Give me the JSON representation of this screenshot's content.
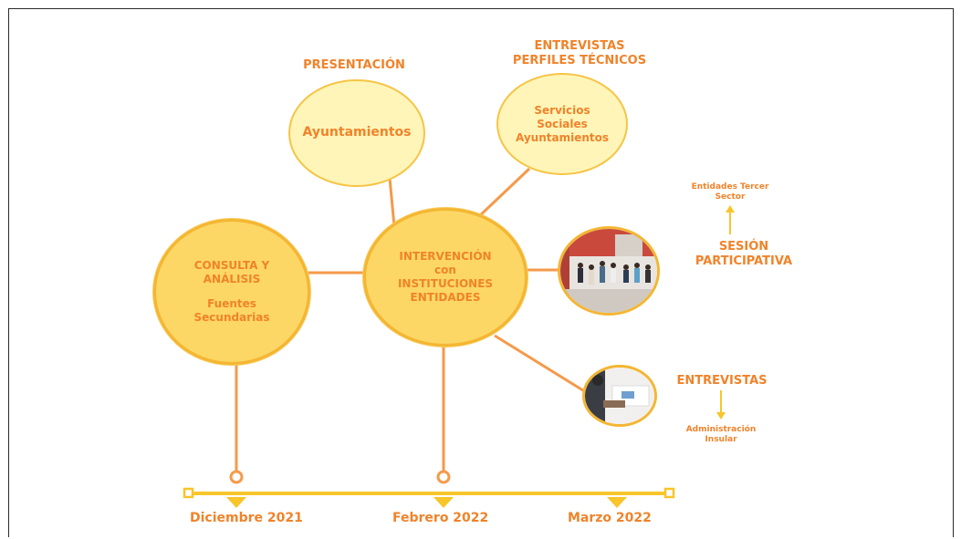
{
  "nodes": {
    "presentacion_title": "PRESENTACIÓN",
    "ayuntamientos": "Ayuntamientos",
    "entrevistas_title_line1": "ENTREVISTAS",
    "entrevistas_title_line2": "PERFILES TÉCNICOS",
    "servicios_line1": "Servicios",
    "servicios_line2": "Sociales",
    "servicios_line3": "Ayuntamientos",
    "consulta_line1": "CONSULTA Y",
    "consulta_line2": "ANÁLISIS",
    "consulta_line3": "Fuentes",
    "consulta_line4": "Secundarias",
    "intervencion_line1": "INTERVENCIÓN",
    "intervencion_line2": "con",
    "intervencion_line3": "INSTITUCIONES",
    "intervencion_line4": "ENTIDADES",
    "sesion_line1": "SESIÓN",
    "sesion_line2": "PARTICIPATIVA",
    "tercer_sector_line1": "Entidades Tercer",
    "tercer_sector_line2": "Sector",
    "entrevistas2": "ENTREVISTAS",
    "admin_line1": "Administración",
    "admin_line2": "Insular"
  },
  "timeline": {
    "dates": [
      "Diciembre 2021",
      "Febrero 2022",
      "Marzo 2022"
    ]
  },
  "colors": {
    "orange_text": "#f0832a",
    "line": "#f59a4a",
    "timeline": "#f8c52a",
    "circle_light": "#fff5b8",
    "circle_big": "#fcd765"
  }
}
